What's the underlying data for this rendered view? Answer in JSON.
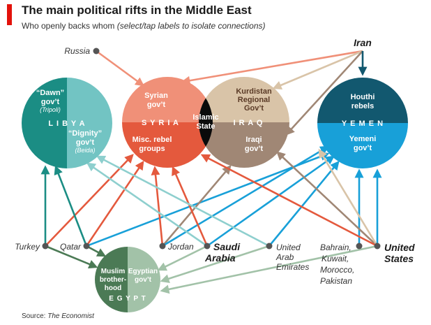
{
  "header": {
    "title": "The main political rifts in the Middle East",
    "subtitle_lead": "Who openly backs whom ",
    "subtitle_hint": "(select/tap labels to isolate connections)"
  },
  "source": {
    "prefix": "Source: ",
    "name": "The Economist"
  },
  "colors": {
    "accent": "#e3120b",
    "libya_dawn": "#1b8d84",
    "libya_dignity": "#72c4c3",
    "syria_govt": "#f09078",
    "syria_rebels": "#e4593d",
    "islamic_state": "#0a0a0a",
    "iraq_kurd": "#d9c4a8",
    "iraq_govt": "#a08775",
    "yemen_houthi": "#12586f",
    "yemen_govt": "#18a0d8",
    "egypt_brotherhood": "#4b7a55",
    "egypt_govt": "#a2c2a8",
    "node_dot": "#555555"
  },
  "regions": {
    "libya": {
      "country_label": "L I B Y A",
      "left_line1": "“Dawn”",
      "left_line2": "gov’t",
      "left_line3": "(Tripoli)",
      "right_line1": "“Dignity”",
      "right_line2": "gov’t",
      "right_line3": "(Beida)"
    },
    "syria": {
      "country_label": "S Y R I A",
      "top_line1": "Syrian",
      "top_line2": "gov’t",
      "bottom_line1": "Misc. rebel",
      "bottom_line2": "groups"
    },
    "islamic_state": {
      "line1": "Islamic",
      "line2": "State"
    },
    "iraq": {
      "country_label": "I R A Q",
      "top_line1": "Kurdistan",
      "top_line2": "Regional",
      "top_line3": "Gov’t",
      "bottom_line1": "Iraqi",
      "bottom_line2": "gov’t"
    },
    "yemen": {
      "country_label": "Y E M E N",
      "top_line1": "Houthi",
      "top_line2": "rebels",
      "bottom_line1": "Yemeni",
      "bottom_line2": "gov’t"
    },
    "egypt": {
      "country_label": "E G Y P T",
      "left_line1": "Muslim",
      "left_line2": "brother-",
      "left_line3": "hood",
      "right_line1": "Egyptian",
      "right_line2": "gov’t"
    }
  },
  "actors": {
    "russia": "Russia",
    "iran": "Iran",
    "turkey": "Turkey",
    "qatar": "Qatar",
    "jordan": "Jordan",
    "saudi_line1": "Saudi",
    "saudi_line2": "Arabia",
    "uae_line1": "United",
    "uae_line2": "Arab",
    "uae_line3": "Emirates",
    "bahrain_line1": "Bahrain,",
    "bahrain_line2": "Kuwait,",
    "bahrain_line3": "Morocco,",
    "bahrain_line4": "Pakistan",
    "us_line1": "United",
    "us_line2": "States"
  },
  "connections": [
    {
      "from": "Russia",
      "to": "Syrian gov’t"
    },
    {
      "from": "Iran",
      "to": "Syrian gov’t"
    },
    {
      "from": "Iran",
      "to": "Kurdistan Regional Gov’t"
    },
    {
      "from": "Iran",
      "to": "Iraqi gov’t"
    },
    {
      "from": "Iran",
      "to": "Houthi rebels"
    },
    {
      "from": "Turkey",
      "to": "“Dawn” gov’t"
    },
    {
      "from": "Turkey",
      "to": "Misc. rebel groups"
    },
    {
      "from": "Turkey",
      "to": "Muslim brotherhood"
    },
    {
      "from": "Qatar",
      "to": "“Dawn” gov’t"
    },
    {
      "from": "Qatar",
      "to": "Misc. rebel groups"
    },
    {
      "from": "Qatar",
      "to": "Muslim brotherhood"
    },
    {
      "from": "Qatar",
      "to": "Yemeni gov’t"
    },
    {
      "from": "Jordan",
      "to": "Misc. rebel groups"
    },
    {
      "from": "Jordan",
      "to": "Iraqi gov’t"
    },
    {
      "from": "Jordan",
      "to": "Yemeni gov’t"
    },
    {
      "from": "Saudi Arabia",
      "to": "Misc. rebel groups"
    },
    {
      "from": "Saudi Arabia",
      "to": "Yemeni gov’t"
    },
    {
      "from": "Saudi Arabia",
      "to": "Egyptian gov’t"
    },
    {
      "from": "Saudi Arabia",
      "to": "“Dignity” gov’t"
    },
    {
      "from": "United Arab Emirates",
      "to": "“Dignity” gov’t"
    },
    {
      "from": "United Arab Emirates",
      "to": "Yemeni gov’t"
    },
    {
      "from": "United Arab Emirates",
      "to": "Egyptian gov’t"
    },
    {
      "from": "Bahrain, Kuwait, Morocco, Pakistan",
      "to": "Yemeni gov’t"
    },
    {
      "from": "United States",
      "to": "Kurdistan Regional Gov’t"
    },
    {
      "from": "United States",
      "to": "Iraqi gov’t"
    },
    {
      "from": "United States",
      "to": "Misc. rebel groups"
    },
    {
      "from": "United States",
      "to": "Yemeni gov’t"
    },
    {
      "from": "United States",
      "to": "Egyptian gov’t"
    }
  ]
}
